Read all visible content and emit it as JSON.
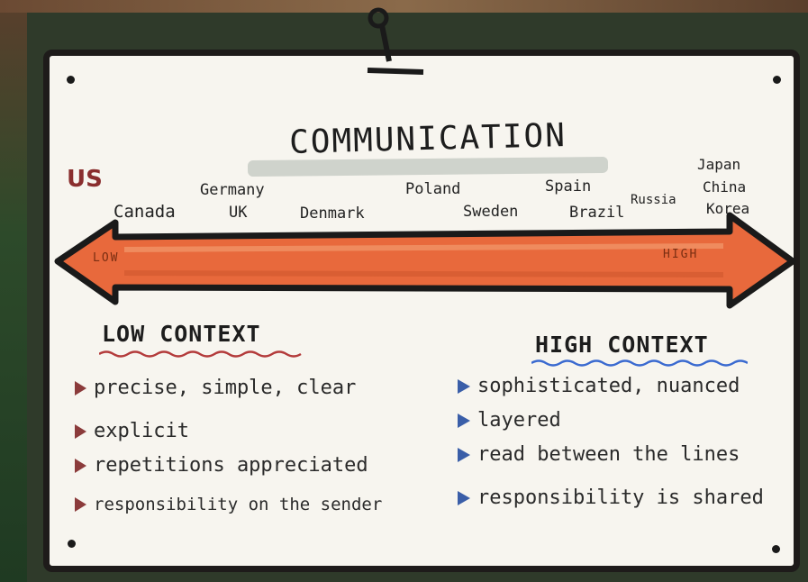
{
  "title": "COMMUNICATION",
  "countries": [
    {
      "id": "us",
      "label": "US"
    },
    {
      "id": "canada",
      "label": "Canada"
    },
    {
      "id": "germany",
      "label": "Germany"
    },
    {
      "id": "uk",
      "label": "UK"
    },
    {
      "id": "denmark",
      "label": "Denmark"
    },
    {
      "id": "poland",
      "label": "Poland"
    },
    {
      "id": "sweden",
      "label": "Sweden"
    },
    {
      "id": "spain",
      "label": "Spain"
    },
    {
      "id": "brazil",
      "label": "Brazil"
    },
    {
      "id": "russia",
      "label": "Russia"
    },
    {
      "id": "japan",
      "label": "Japan"
    },
    {
      "id": "china",
      "label": "China"
    },
    {
      "id": "korea",
      "label": "Korea"
    }
  ],
  "scale": {
    "low": "LOW",
    "high": "HIGH"
  },
  "low_context": {
    "heading": "LOW CONTEXT",
    "items": [
      "precise, simple, clear",
      "explicit",
      "repetitions appreciated",
      "responsibility on the sender"
    ]
  },
  "high_context": {
    "heading": "HIGH CONTEXT",
    "items": [
      "sophisticated, nuanced",
      "layered",
      "read between the lines",
      "responsibility is shared"
    ]
  },
  "colors": {
    "arrow": "#e8693c",
    "low_bullet": "#8b3b3b",
    "high_bullet": "#3a5ea8",
    "low_underline": "#b33b3b",
    "high_underline": "#3a6ad0"
  }
}
